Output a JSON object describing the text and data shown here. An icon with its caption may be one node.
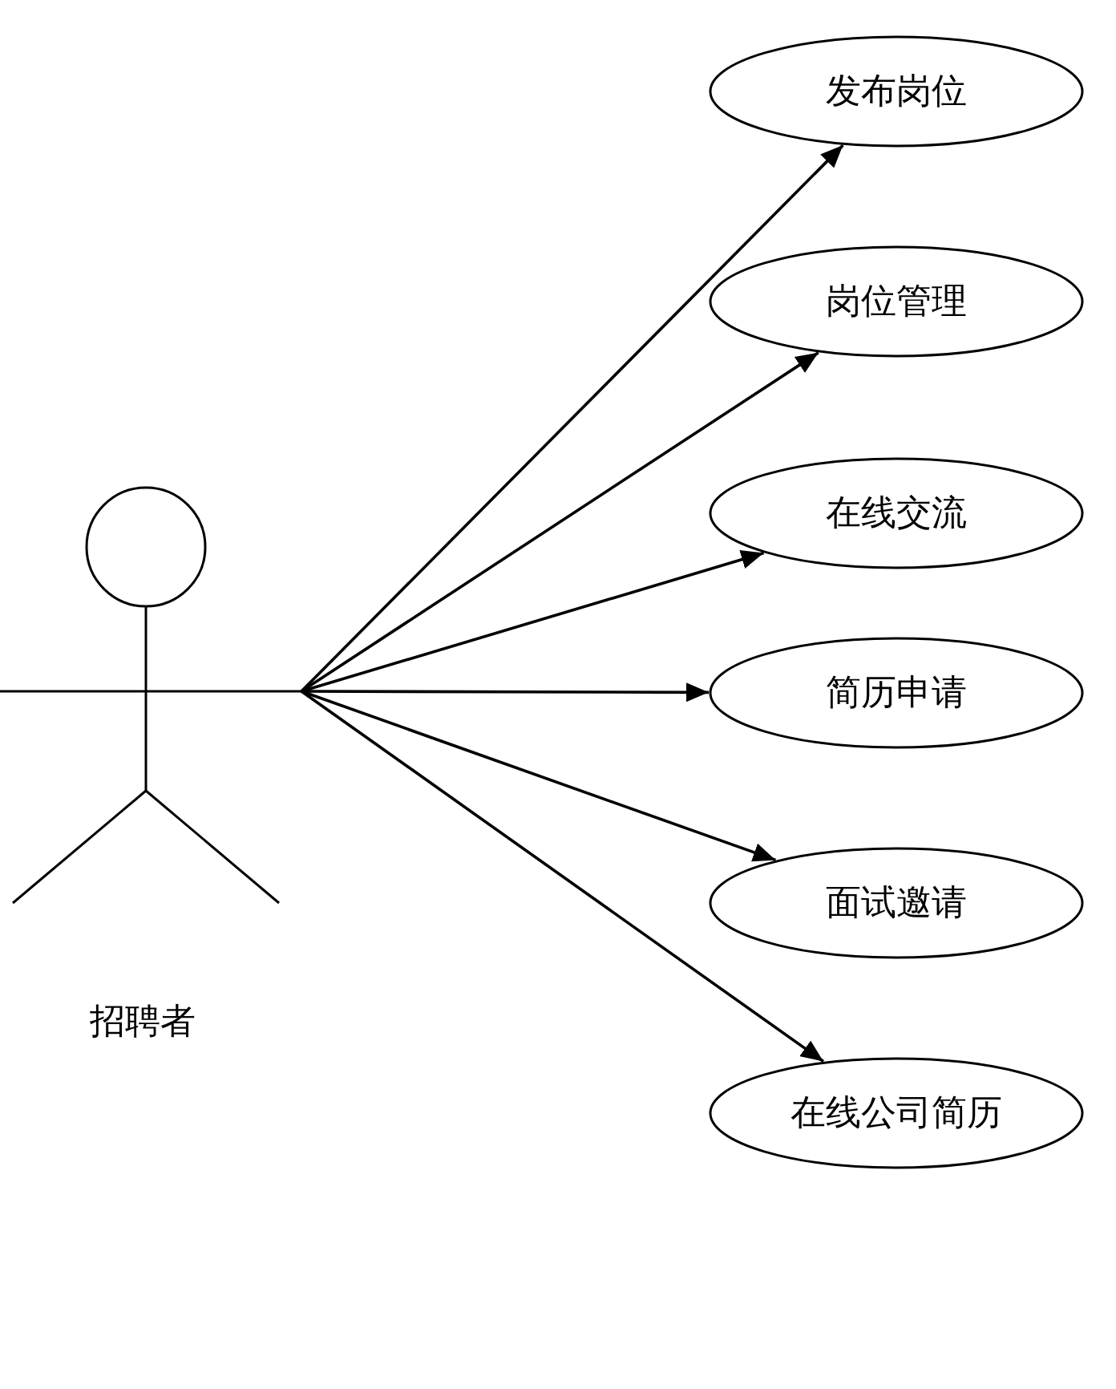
{
  "diagram": {
    "nodes": [
      {
        "text": [
          "招聘者"
        ]
      },
      {
        "text": [
          "发布岗位"
        ]
      },
      {
        "text": [
          "岗位管理"
        ]
      },
      {
        "text": [
          "在线交流"
        ]
      },
      {
        "text": [
          "简历申请"
        ]
      },
      {
        "text": [
          "面试邀请"
        ]
      },
      {
        "text": [
          "在线公司简历"
        ]
      }
    ],
    "edges": [
      {
        "from": 0,
        "to": 1,
        "arrow": "to"
      },
      {
        "from": 0,
        "to": 2,
        "arrow": "to"
      },
      {
        "from": 0,
        "to": 3,
        "arrow": "to"
      },
      {
        "from": 0,
        "to": 4,
        "arrow": "to"
      },
      {
        "from": 0,
        "to": 5,
        "arrow": "to"
      },
      {
        "from": 0,
        "to": 6,
        "arrow": "to"
      }
    ]
  }
}
